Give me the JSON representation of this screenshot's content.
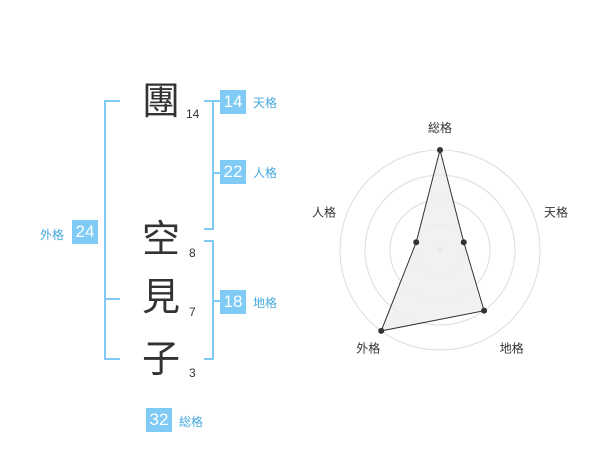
{
  "name": {
    "characters": [
      {
        "char": "團",
        "strokes": "14"
      },
      {
        "char": "空",
        "strokes": "8"
      },
      {
        "char": "見",
        "strokes": "7"
      },
      {
        "char": "子",
        "strokes": "3"
      }
    ]
  },
  "kakusu": {
    "tenkaku": {
      "label": "天格",
      "value": "14"
    },
    "jinkaku": {
      "label": "人格",
      "value": "22"
    },
    "chikaku": {
      "label": "地格",
      "value": "18"
    },
    "gaikaku": {
      "label": "外格",
      "value": "24"
    },
    "soukaku": {
      "label": "総格",
      "value": "32"
    }
  },
  "chart_data": {
    "type": "radar",
    "axes": [
      "総格",
      "天格",
      "地格",
      "外格",
      "人格"
    ],
    "values": [
      4,
      1,
      3,
      4,
      1
    ],
    "rmax": 4,
    "rings": 4,
    "colors": {
      "fill": "#eeeeee",
      "stroke": "#333333",
      "ring": "#dddddd",
      "point": "#333333"
    }
  }
}
